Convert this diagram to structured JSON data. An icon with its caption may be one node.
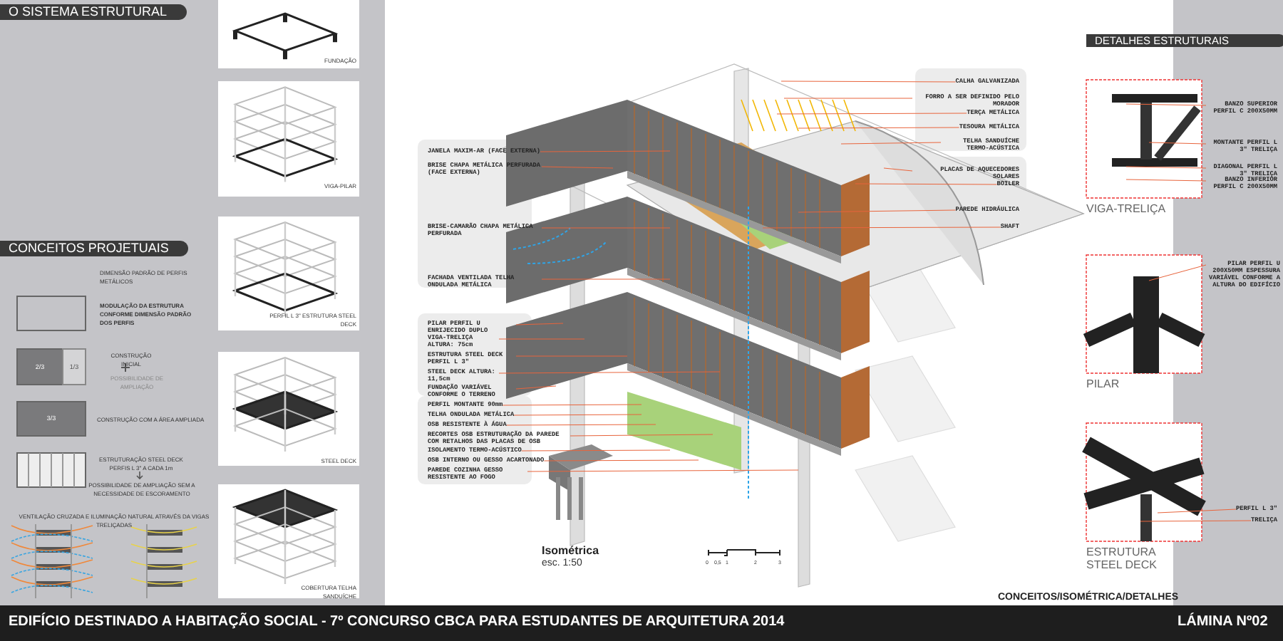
{
  "diagram": {
    "title": "EDIFÍCIO DESTINADO A HABITAÇÃO SOCIAL - 7º CONCURSO CBCA PARA ESTUDANTES DE ARQUITETURA 2014",
    "nodes": [
      {
        "text": [
          "JANELA MAXIM-AR (FACE EXTERNA)"
        ]
      },
      {
        "text": [
          "BRISE CHAPA METÁLICA PERFURADA (FACE EXTERNA)"
        ]
      },
      {
        "text": [
          "BRISE-CAMARÃO CHAPA METÁLICA PERFURADA"
        ]
      },
      {
        "text": [
          "FACHADA VENTILADA TELHA ONDULADA METÁLICA"
        ]
      },
      {
        "text": [
          "PILAR PERFIL U ENRIJECIDO DUPLO"
        ]
      },
      {
        "text": [
          "VIGA-TRELIÇA ALTURA: 75cm"
        ]
      },
      {
        "text": [
          "ESTRUTURA STEEL DECK PERFIL L 3\""
        ]
      },
      {
        "text": [
          "STEEL DECK ALTURA: 11,5cm"
        ]
      },
      {
        "text": [
          "FUNDAÇÃO VARIÁVEL CONFORME O TERRENO"
        ]
      },
      {
        "text": [
          "PERFIL MONTANTE 90mm"
        ]
      },
      {
        "text": [
          "TELHA ONDULADA METÁLICA"
        ]
      },
      {
        "text": [
          "OSB RESISTENTE À ÁGUA"
        ]
      },
      {
        "text": [
          "RECORTES OSB ESTRUTURAÇÃO DA PAREDE COM RETALHOS DAS PLACAS DE OSB"
        ]
      },
      {
        "text": [
          "ISOLAMENTO TERMO-ACÚSTICO"
        ]
      },
      {
        "text": [
          "OSB INTERNO OU GESSO ACARTONADO"
        ]
      },
      {
        "text": [
          "PAREDE COZINHA GESSO RESISTENTE AO FOGO"
        ]
      },
      {
        "text": [
          "CALHA GALVANIZADA"
        ]
      },
      {
        "text": [
          "FORRO A SER DEFINIDO PELO MORADOR"
        ]
      },
      {
        "text": [
          "TERÇA METÁLICA"
        ]
      },
      {
        "text": [
          "TESOURA METÁLICA"
        ]
      },
      {
        "text": [
          "TELHA SANDUÍCHE TERMO-ACÚSTICA"
        ]
      },
      {
        "text": [
          "PLACAS DE AQUECEDORES SOLARES"
        ]
      },
      {
        "text": [
          "BOILER"
        ]
      },
      {
        "text": [
          "PAREDE HIDRÁULICA"
        ]
      },
      {
        "text": [
          "SHAFT"
        ]
      },
      {
        "text": [
          "BANZO SUPERIOR PERFIL C 200X50MM"
        ]
      },
      {
        "text": [
          "MONTANTE PERFIL L 3\" TRELIÇA"
        ]
      },
      {
        "text": [
          "DIAGONAL PERFIL L 3\" TRELIÇA"
        ]
      },
      {
        "text": [
          "BANZO INFERIOR PERFIL C 200X50MM"
        ]
      },
      {
        "text": [
          "PILAR PERFIL U 200X50MM ESPESSURA VARIÁVEL CONFORME A ALTURA DO EDIFÍCIO"
        ]
      },
      {
        "text": [
          "PERFIL L 3\""
        ]
      },
      {
        "text": [
          "TRELIÇA"
        ]
      }
    ],
    "edges": [
      {
        "from": 0,
        "to": null,
        "arrow": "none"
      },
      {
        "from": 1,
        "to": null,
        "arrow": "none"
      },
      {
        "from": 2,
        "to": null,
        "arrow": "none"
      },
      {
        "from": 3,
        "to": null,
        "arrow": "none"
      },
      {
        "from": 4,
        "to": null,
        "arrow": "none"
      },
      {
        "from": 5,
        "to": null,
        "arrow": "none"
      },
      {
        "from": 6,
        "to": null,
        "arrow": "none"
      },
      {
        "from": 7,
        "to": null,
        "arrow": "none"
      },
      {
        "from": 8,
        "to": null,
        "arrow": "none"
      },
      {
        "from": 9,
        "to": null,
        "arrow": "none"
      },
      {
        "from": 10,
        "to": null,
        "arrow": "none"
      },
      {
        "from": 11,
        "to": null,
        "arrow": "none"
      },
      {
        "from": 12,
        "to": null,
        "arrow": "none"
      },
      {
        "from": 13,
        "to": null,
        "arrow": "none"
      },
      {
        "from": 14,
        "to": null,
        "arrow": "none"
      },
      {
        "from": 15,
        "to": null,
        "arrow": "none"
      },
      {
        "from": 16,
        "to": null,
        "arrow": "none"
      },
      {
        "from": 17,
        "to": null,
        "arrow": "none"
      },
      {
        "from": 18,
        "to": null,
        "arrow": "none"
      },
      {
        "from": 19,
        "to": null,
        "arrow": "none"
      },
      {
        "from": 20,
        "to": null,
        "arrow": "none"
      },
      {
        "from": 21,
        "to": null,
        "arrow": "none"
      },
      {
        "from": 22,
        "to": null,
        "arrow": "none"
      },
      {
        "from": 23,
        "to": null,
        "arrow": "none"
      },
      {
        "from": 24,
        "to": null,
        "arrow": "none"
      },
      {
        "from": 25,
        "to": null,
        "arrow": "none"
      },
      {
        "from": 26,
        "to": null,
        "arrow": "none"
      },
      {
        "from": 27,
        "to": null,
        "arrow": "none"
      },
      {
        "from": 28,
        "to": null,
        "arrow": "none"
      },
      {
        "from": 29,
        "to": null,
        "arrow": "none"
      },
      {
        "from": 30,
        "to": null,
        "arrow": "none"
      },
      {
        "from": 31,
        "to": null,
        "arrow": "none"
      }
    ],
    "labels": [
      "O SISTEMA ESTRUTURAL",
      "FUNDAÇÃO",
      "VIGA-PILAR",
      "PERFIL L 3\" ESTRUTURA STEEL DECK",
      "CONCEITOS PROJETUAIS",
      "DIMENSÃO PADRÃO DE PERFIS METÁLICOS",
      "MODULAÇÃO DA ESTRUTURA CONFORME DIMENSÃO PADRÃO DOS PERFIS",
      "2/3",
      "1/3",
      "CONSTRUÇÃO INICIAL",
      "POSSIBILIDADE DE AMPLIAÇÃO",
      "STEEL DECK",
      "3/3",
      "CONSTRUÇÃO COM A ÁREA AMPLIADA",
      "ESTRUTURAÇÃO STEEL DECK PERFIS L 3\" A CADA 1m",
      "POSSIBILIDADE DE AMPLIAÇÃO SEM A NECESSIDADE DE ESCORAMENTO",
      "VENTILAÇÃO CRUZADA E ILUMINAÇÃO NATURAL ATRAVÉS DA VIGAS TRELIÇADAS",
      "COBERTURA TELHA SANDUÍCHE",
      "DETALHES ESTRUTURAIS",
      "VIGA-TRELIÇA",
      "PILAR",
      "ESTRUTURA STEEL DECK",
      "Isométrica",
      "esc. 1:50",
      "0",
      "0,5",
      "1",
      "2",
      "3",
      "CONCEITOS/ISOMÉTRICA/DETALHES",
      "LÁMINA Nº02"
    ]
  }
}
